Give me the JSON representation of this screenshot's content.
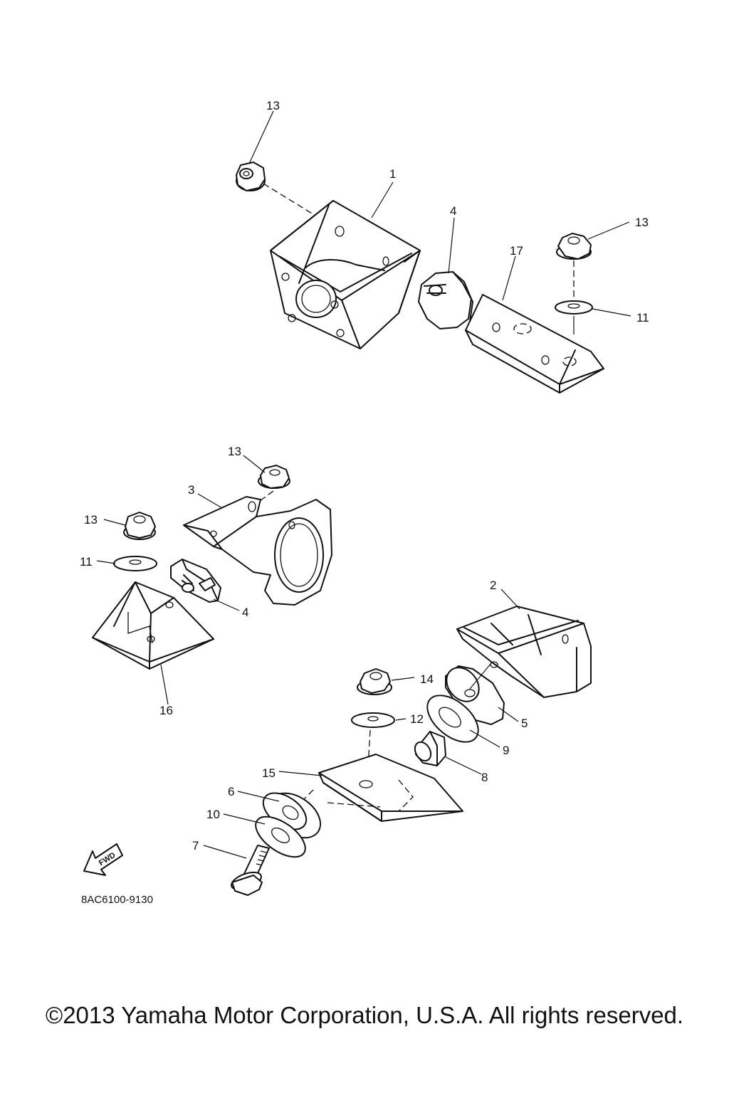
{
  "diagram": {
    "drawing_code": "8AC6100-9130",
    "copyright": "©2013 Yamaha Motor Corporation, U.S.A. All rights reserved.",
    "fwd_label": "FWD",
    "callouts": {
      "c13a": "13",
      "c1": "1",
      "c4a": "4",
      "c17": "17",
      "c13b": "13",
      "c11a": "11",
      "c13c": "13",
      "c3": "3",
      "c13d": "13",
      "c11b": "11",
      "c4b": "4",
      "c16": "16",
      "c2": "2",
      "c14": "14",
      "c5": "5",
      "c12": "12",
      "c9": "9",
      "c8": "8",
      "c15": "15",
      "c6": "6",
      "c10": "10",
      "c7": "7"
    }
  }
}
